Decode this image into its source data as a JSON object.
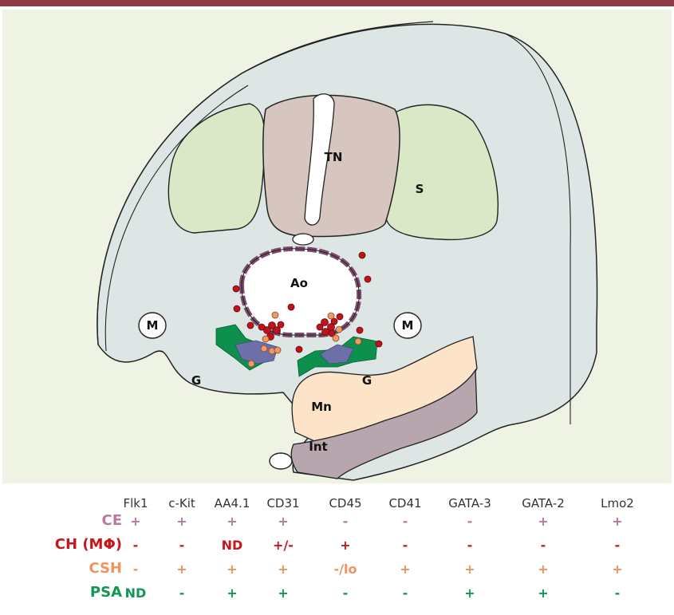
{
  "colors": {
    "top_bar": "#8e3946",
    "panel_bg": "#eef3e4",
    "tissue": "#dde6e5",
    "somite": "#dbe8c8",
    "neural_tube": "#d7c6c0",
    "mesentery": "#fde3c8",
    "intestine": "#b7a6ae",
    "cluster_green": "#0d8f4e",
    "cluster_purple": "#6d6fa8",
    "cell_red": "#c0121a",
    "cell_orange": "#f09a66",
    "CE": "#b57ba1",
    "CH": "#c8161d",
    "CSH": "#f0935c",
    "PSA": "#119653"
  },
  "diagram": {
    "labels": {
      "TN": "TN",
      "S": "S",
      "Ao": "Ao",
      "M_left": "M",
      "M_right": "M",
      "G_left": "G",
      "G_right": "G",
      "Mn": "Mn",
      "Int": "Int"
    }
  },
  "table": {
    "columns": [
      "Flk1",
      "c-Kit",
      "AA4.1",
      "CD31",
      "CD45",
      "CD41",
      "GATA-3",
      "GATA-2",
      "Lmo2"
    ],
    "rows": [
      {
        "label": "CE",
        "color_key": "CE",
        "values": [
          "+",
          "+",
          "+",
          "+",
          "-",
          "-",
          "-",
          "+",
          "+"
        ]
      },
      {
        "label": "CH (MΦ)",
        "color_key": "CH",
        "values": [
          "-",
          "-",
          "ND",
          "+/-",
          "+",
          "-",
          "-",
          "-",
          "-"
        ]
      },
      {
        "label": "CSH",
        "color_key": "CSH",
        "values": [
          "-",
          "+",
          "+",
          "+",
          "-/lo",
          "+",
          "+",
          "+",
          "+"
        ]
      },
      {
        "label": "PSA",
        "color_key": "PSA",
        "values": [
          "ND",
          "-",
          "+",
          "+",
          "-",
          "-",
          "+",
          "+",
          "-"
        ]
      }
    ]
  }
}
